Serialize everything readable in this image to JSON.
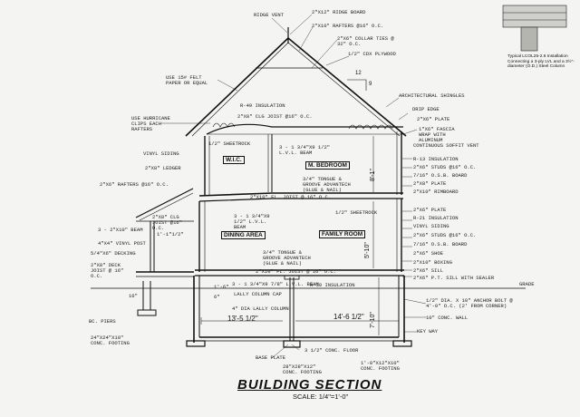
{
  "title": "BUILDING SECTION",
  "scale": "SCALE: 1/4\"=1'-0\"",
  "detail_note": "Typical LCOL25-2.6 Installation Connecting a 3-ply LVL and a 3½\"-diameter (O.D.) Steel Column",
  "rooms": {
    "wic": "W.I.C.",
    "bedroom": "M. BEDROOM",
    "dining": "DINING AREA",
    "family": "FAMILY ROOM"
  },
  "dimensions": {
    "span_left": "13'-5 1/2\"",
    "span_right": "14'-6 1/2\"",
    "floor1_height": "7'-10\"",
    "floor2_height": "8'-1\"",
    "wall_height": "5'-10\""
  },
  "slope": {
    "rise": "9",
    "run": "12"
  },
  "labels": {
    "ridge_vent": "RIDGE VENT",
    "ridge_board": "2\"X12\" RIDGE BOARD",
    "rafters": "2\"X10\" RAFTERS @16\" O.C.",
    "collar_ties": "2\"X6\" COLLAR TIES @ 32\" O.C.",
    "plywood": "1/2\" CDX PLYWOOD",
    "felt": "USE 15# FELT PAPER OR EQUAL",
    "insulation_r49": "R-49 INSULATION",
    "ceiling_joist": "2\"X8\" CLG JOIST @16\" O.C.",
    "hurricane": "USE HURRICANE CLIPS EACH RAFTERS",
    "vinyl_siding_l": "VINYL SIDING",
    "sheetrock_top": "1/2\" SHEETROCK",
    "arch_shingles": "ARCHITECTURAL SHINGLES",
    "drip_edge": "DRIP EDGE",
    "top_plate": "2\"X6\" PLATE",
    "fascia": "1\"X6\" FASCIA WRAP WITH ALUMINUM",
    "soffit": "CONTINUOUS SOFFIT VENT",
    "lvl_beam": "3 - 1 3/4\"X9 1/2\" L.V.L. BEAM",
    "ledger": "2\"X8\" LEDGER",
    "porch_rafters": "2\"X6\" RAFTERS @16\" O.C.",
    "ceiling_joist_porch": "2\"X8\" CLG JOIST @16\" O.C.",
    "one_half": "1'-1\"1/2\"",
    "porch_post": "3 - 2\"X10\" BEAM",
    "vinyl_post": "4\"X4\" VINYL POST",
    "decking": "5/4\"X6\" DECKING",
    "deck_joist": "2\"X8\" DECK JOIST @ 16\" O.C.",
    "r13": "R-13 INSULATION",
    "studs_right": "2\"X6\" STUDS @16\" O.C.",
    "osb_right": "7/16\" O.S.B. BOARD",
    "wrap": "2\"X8\" PLATE",
    "rim": "2\"X10\" RIMBOARD",
    "floor_joist_2": "2\"X10\" FL. JOIST @ 16\" O.C.",
    "tongue_groove_2": "3/4\" TONGUE & GROOVE ADVANTECH (GLUE & NAIL)",
    "lvl_beam_2": "3 - 1 3/4\"X9 1/2\" L.V.L. BEAM",
    "sheetrock_mid": "1/2\" SHEETROCK",
    "plate_mid": "2\"X6\" PLATE",
    "r21": "R-21 INSULATION",
    "vinyl_siding_r": "VINYL SIDING",
    "studs_mid": "2\"X6\" STUDS @16\" O.C.",
    "osb_mid": "7/16\" O.S.B. BOARD",
    "shoe": "2\"X6\" SHOE",
    "tongue_groove_1": "3/4\" TONGUE & GROOVE ADVANTECH (GLUE & NAIL)",
    "floor_joist_1": "2\"X10\" FL. JOIST @ 16\" O.C.",
    "r30": "R-30 INSULATION",
    "boxing": "2\"X10\" BOXING",
    "sill": "2\"X6\" SILL",
    "sill_sealer": "2\"X6\" P.T. SILL WITH SEALER",
    "grade": "GRADE",
    "triple_beam": "3 - 1 3/4\"X9 7/8\" L.V.L. BEAM",
    "column_cap": "LALLY COLUMN CAP",
    "lally": "4\" DIA LALLY COLUMN",
    "anchor_bolt": "1/2\" DIA. X 10\" ANCHOR BOLT @ 4'-0\" O.C. (2' FROM CORNER)",
    "conc_wall": "10\" CONC. WALL",
    "conc_floor": "3 1/2\" CONC. FLOOR",
    "key_way": "KEY WAY",
    "base_plate": "BASE PLATE",
    "col_footing": "28\"X28\"X12\" CONC. FOOTING",
    "wall_footing": "1'-8\"X12\"X10\" CONC. FOOTING",
    "piers": "BC. PIERS",
    "pier_footing": "24\"X24\"X10\" CONC. FOOTING",
    "porch_16": "16\"",
    "c_1_5": "1'-6\"",
    "o6": "6\""
  }
}
